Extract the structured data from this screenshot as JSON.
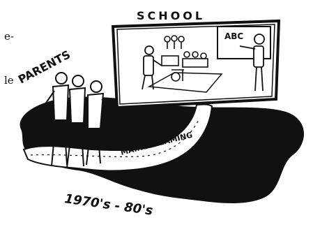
{
  "cropped_text": {
    "line1": "e-",
    "line2": "le"
  },
  "labels": {
    "school": "SCHOOL",
    "board": "ABC",
    "parents": "PARENTS",
    "path": "MAINSTREAMING",
    "era": "1970's - 80's"
  },
  "colors": {
    "ink": "#111111",
    "paper": "#ffffff"
  }
}
